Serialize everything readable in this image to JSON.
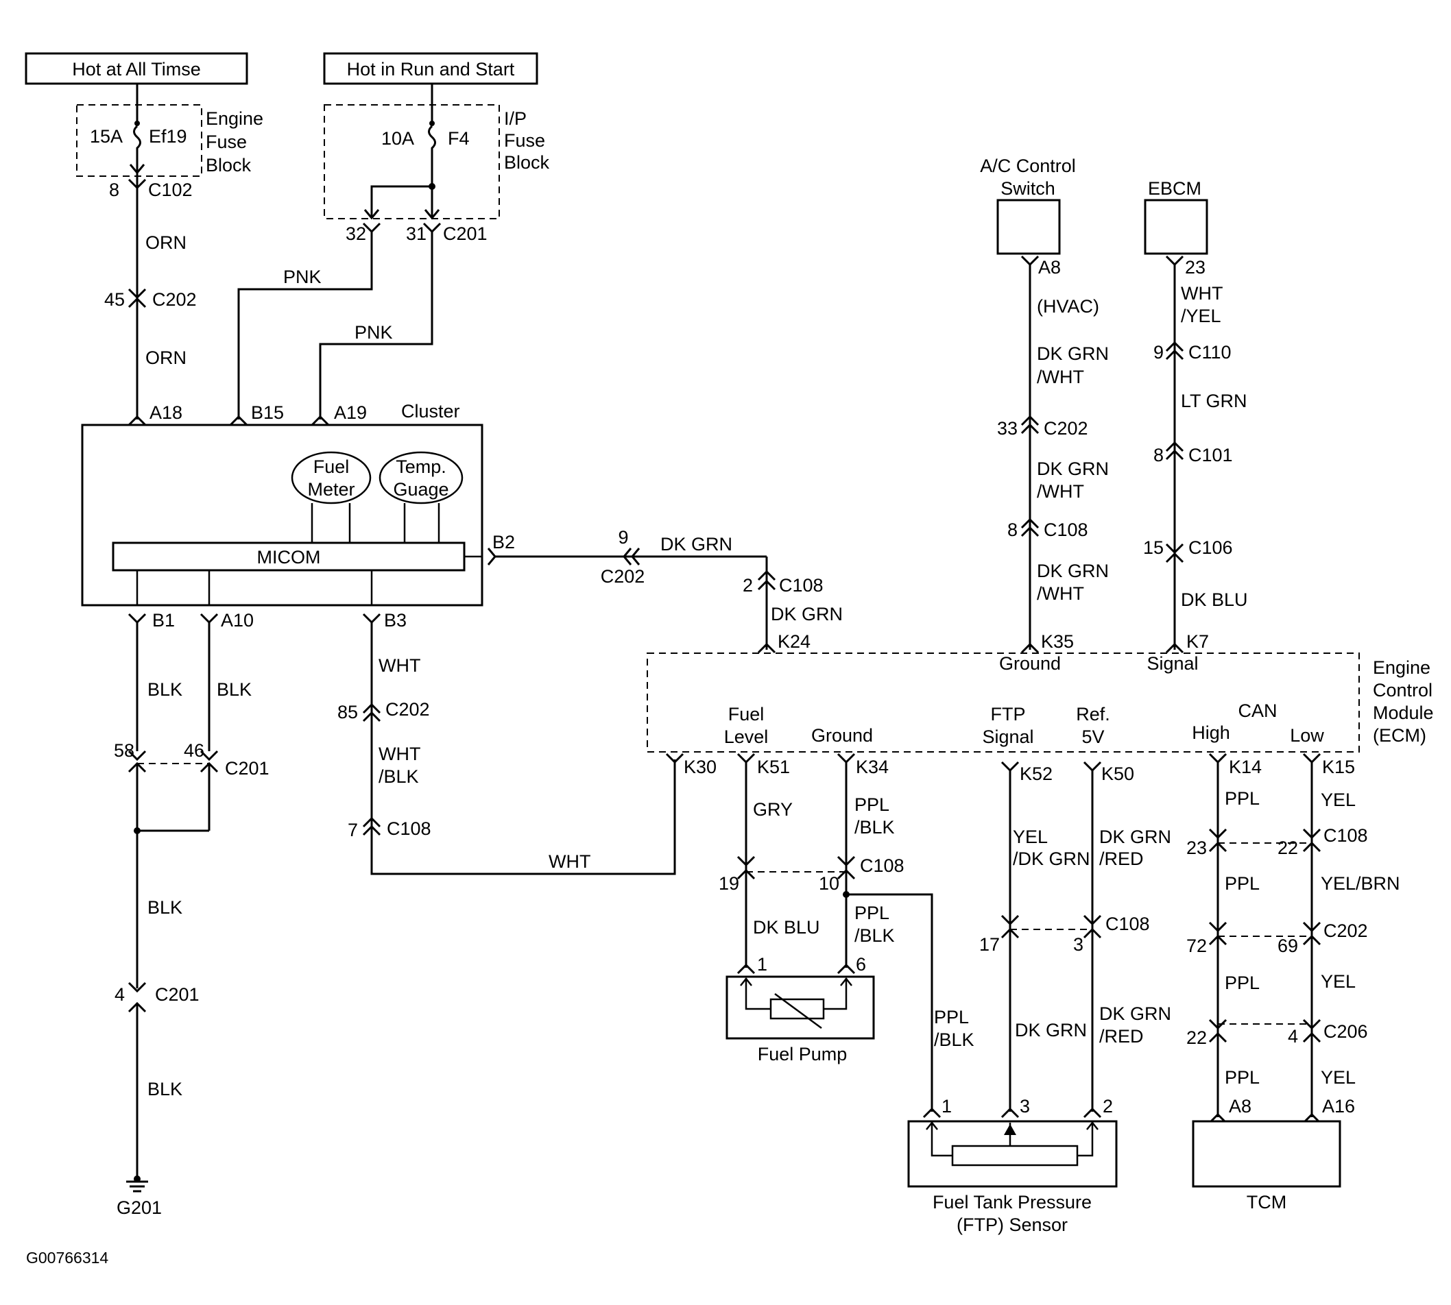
{
  "figure_id": "G00766314",
  "power": {
    "hot_all_times": "Hot at All Timse",
    "hot_run_start": "Hot in Run and Start"
  },
  "fuses": {
    "engine_amp": "15A",
    "engine_id": "Ef19",
    "engine_block": [
      "Engine",
      "Fuse",
      "Block"
    ],
    "ip_amp": "10A",
    "ip_id": "F4",
    "ip_block": [
      "I/P",
      "Fuse",
      "Block"
    ]
  },
  "connectors": {
    "c102_pin": "8",
    "c102": "C102",
    "c202_pin45": "45",
    "c202": "C202",
    "c201_pin32": "32",
    "c201_pin31": "31",
    "c201": "C201",
    "c201_pin58": "58",
    "c201_pin46": "46",
    "c201_pin4": "4",
    "c202_pin85": "85",
    "c108_pin7": "7",
    "c108": "C108",
    "c202_pin9": "9",
    "c108_pin2": "2",
    "c202_pin33": "33",
    "c108_pin8": "8",
    "c110_pin9": "9",
    "c110": "C110",
    "c101_pin8": "8",
    "c101": "C101",
    "c106_pin15": "15",
    "c106": "C106",
    "c108_pin19": "19",
    "c108_pin10": "10",
    "c108_pin17": "17",
    "c108_pin3": "3",
    "c108_pin23": "23",
    "c108_pin22": "22",
    "c202_pin72": "72",
    "c202_pin69": "69",
    "c206_pin22": "22",
    "c206_pin4": "4",
    "c206": "C206"
  },
  "wires": {
    "orn": "ORN",
    "pnk": "PNK",
    "blk": "BLK",
    "wht": "WHT",
    "wht_blk": [
      "WHT",
      "/BLK"
    ],
    "dk_grn": "DK GRN",
    "dk_grn_wht": [
      "DK GRN",
      "/WHT"
    ],
    "hvac": "(HVAC)",
    "wht_yel": [
      "WHT",
      "/YEL"
    ],
    "lt_grn": "LT GRN",
    "dk_blu": "DK BLU",
    "gry": "GRY",
    "ppl_blk": [
      "PPL",
      "/BLK"
    ],
    "yel_dk_grn": [
      "YEL",
      "/DK GRN"
    ],
    "dk_grn_red": [
      "DK GRN",
      "/RED"
    ],
    "ppl": "PPL",
    "yel": "YEL",
    "yel_brn": "YEL/BRN"
  },
  "cluster": {
    "name": "Cluster",
    "micom": "MICOM",
    "fuel_meter": [
      "Fuel",
      "Meter"
    ],
    "temp_gauge": [
      "Temp.",
      "Guage"
    ],
    "pins": {
      "a18": "A18",
      "b15": "B15",
      "a19": "A19",
      "b2": "B2",
      "b1": "B1",
      "a10": "A10",
      "b3": "B3"
    }
  },
  "ecm": {
    "name": [
      "Engine",
      "Control",
      "Module",
      "(ECM)"
    ],
    "pins": {
      "k24": "K24",
      "k35": "K35",
      "k7": "K7",
      "k30": "K30",
      "k51": "K51",
      "k34": "K34",
      "k52": "K52",
      "k50": "K50",
      "k14": "K14",
      "k15": "K15"
    },
    "labels": {
      "ground_top": "Ground",
      "signal_top": "Signal",
      "fuel_level": [
        "Fuel",
        "Level"
      ],
      "ground": "Ground",
      "ftp_signal": [
        "FTP",
        "Signal"
      ],
      "ref5v": [
        "Ref.",
        "5V"
      ],
      "can": "CAN",
      "high": "High",
      "low": "Low"
    }
  },
  "components": {
    "ac_switch": [
      "A/C Control",
      "Switch"
    ],
    "ac_pin": "A8",
    "ebcm": "EBCM",
    "ebcm_pin": "23",
    "fuel_pump": "Fuel Pump",
    "fp_pin1": "1",
    "fp_pin6": "6",
    "ftp_sensor": [
      "Fuel Tank Pressure",
      "(FTP) Sensor"
    ],
    "ftp_pin1": "1",
    "ftp_pin3": "3",
    "ftp_pin2": "2",
    "tcm": "TCM",
    "tcm_pin_a8": "A8",
    "tcm_pin_a16": "A16",
    "ground": "G201"
  }
}
